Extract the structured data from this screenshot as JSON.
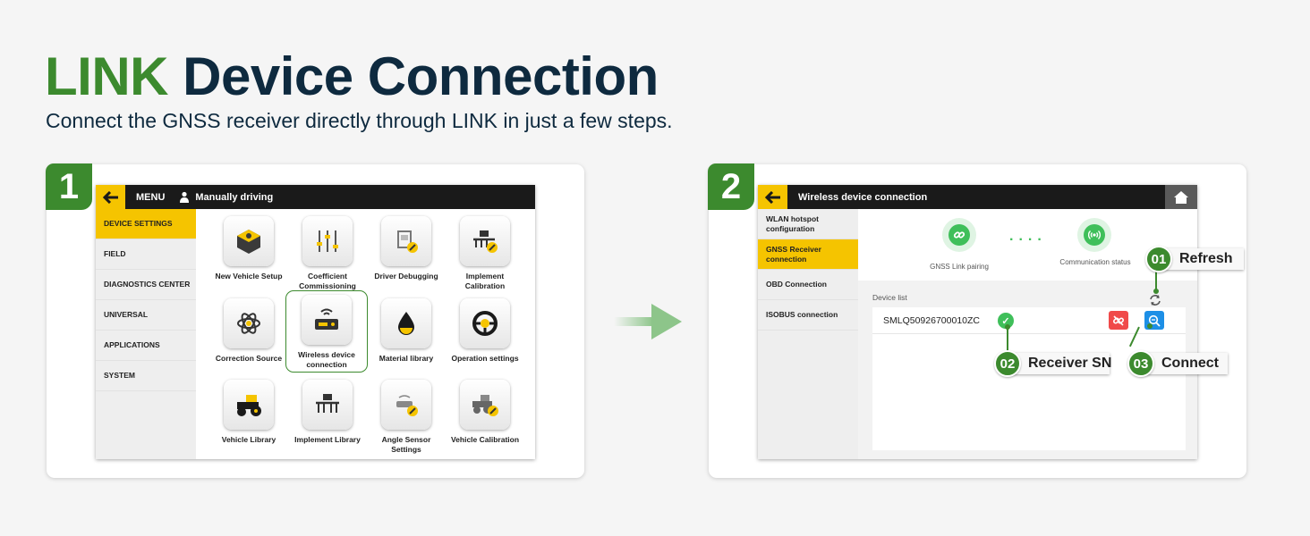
{
  "headline": {
    "highlight": "LINK",
    "rest": "Device Connection"
  },
  "subtitle": "Connect the GNSS receiver directly through LINK in just a few steps.",
  "colors": {
    "brand_green": "#3c8a2e",
    "accent_yellow": "#f5c400",
    "title_dark": "#0e2a3f"
  },
  "step1": {
    "badge": "1",
    "topbar": {
      "back_icon": "arrow-left-icon",
      "menu": "MENU",
      "user_icon": "person-icon",
      "mode": "Manually driving"
    },
    "sidebar": [
      "DEVICE SETTINGS",
      "FIELD",
      "DIAGNOSTICS CENTER",
      "UNIVERSAL",
      "APPLICATIONS",
      "SYSTEM"
    ],
    "tiles": [
      {
        "label": "New Vehicle Setup",
        "icon": "vehicle-setup-icon"
      },
      {
        "label": "Coefficient Commissioning",
        "icon": "sliders-icon"
      },
      {
        "label": "Driver Debugging",
        "icon": "driver-debug-icon"
      },
      {
        "label": "Implement Calibration",
        "icon": "implement-calibration-icon"
      },
      {
        "label": "Correction Source",
        "icon": "atom-icon"
      },
      {
        "label": "Wireless device connection",
        "icon": "router-icon"
      },
      {
        "label": "Material library",
        "icon": "drop-icon"
      },
      {
        "label": "Operation settings",
        "icon": "steering-wheel-icon"
      },
      {
        "label": "Vehicle Library",
        "icon": "tractor-icon"
      },
      {
        "label": "Implement Library",
        "icon": "implement-icon"
      },
      {
        "label": "Angle Sensor Settings",
        "icon": "angle-sensor-icon"
      },
      {
        "label": "Vehicle Calibration",
        "icon": "vehicle-calibration-icon"
      }
    ]
  },
  "step2": {
    "badge": "2",
    "topbar": {
      "back_icon": "arrow-left-icon",
      "title": "Wireless device connection",
      "home_icon": "home-icon"
    },
    "sidebar": [
      "WLAN hotspot configuration",
      "GNSS Receiver connection",
      "OBD Connection",
      "ISOBUS connection"
    ],
    "status": {
      "left_label": "GNSS Link pairing",
      "right_label": "Communication status"
    },
    "device_list_label": "Device list",
    "device": {
      "sn": "SMLQ50926700010ZC"
    },
    "callouts": [
      {
        "num": "01",
        "text": "Refresh"
      },
      {
        "num": "02",
        "text": "Receiver SN"
      },
      {
        "num": "03",
        "text": "Connect"
      }
    ]
  }
}
